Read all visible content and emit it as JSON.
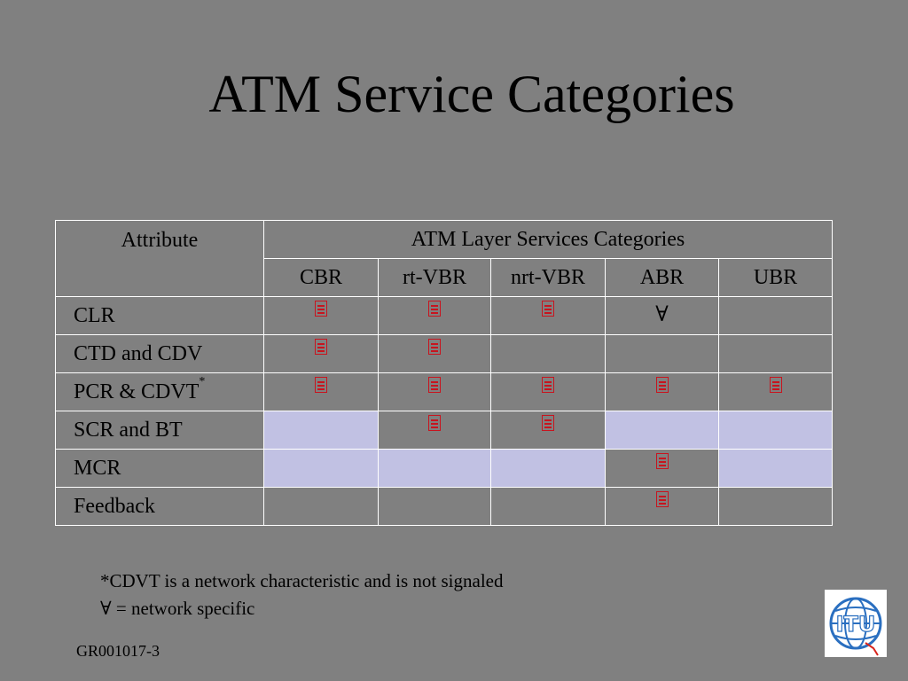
{
  "slide": {
    "title": "ATM Service Categories",
    "footer_code": "GR001017-3"
  },
  "table": {
    "header_attribute": "Attribute",
    "header_group": "ATM Layer Services Categories",
    "columns": [
      "CBR",
      "rt-VBR",
      "nrt-VBR",
      "ABR",
      "UBR"
    ],
    "rows": [
      {
        "label": "CLR",
        "marker": "",
        "cells": [
          "check",
          "check",
          "check",
          "∀",
          ""
        ]
      },
      {
        "label": "CTD and CDV",
        "marker": "",
        "cells": [
          "check",
          "check",
          "",
          "",
          ""
        ]
      },
      {
        "label": "PCR & CDVT",
        "marker": "*",
        "cells": [
          "check",
          "check",
          "check",
          "check",
          "check"
        ]
      },
      {
        "label": "SCR and BT",
        "marker": "",
        "cells": [
          "shade",
          "check",
          "check",
          "shade",
          "shade"
        ]
      },
      {
        "label": "MCR",
        "marker": "",
        "cells": [
          "shade",
          "shade",
          "shade",
          "check",
          "shade"
        ]
      },
      {
        "label": "Feedback",
        "marker": "",
        "cells": [
          "",
          "",
          "",
          "check",
          ""
        ]
      }
    ]
  },
  "notes": {
    "line1": "*CDVT is a network characteristic and is not signaled",
    "line2": "∀ =  network specific"
  },
  "logo": {
    "text": "ITU"
  },
  "colors": {
    "background": "#808080",
    "shaded_cell": "#c1c1e3",
    "mark": "#c8141e",
    "logo_blue": "#2a6fc0"
  }
}
